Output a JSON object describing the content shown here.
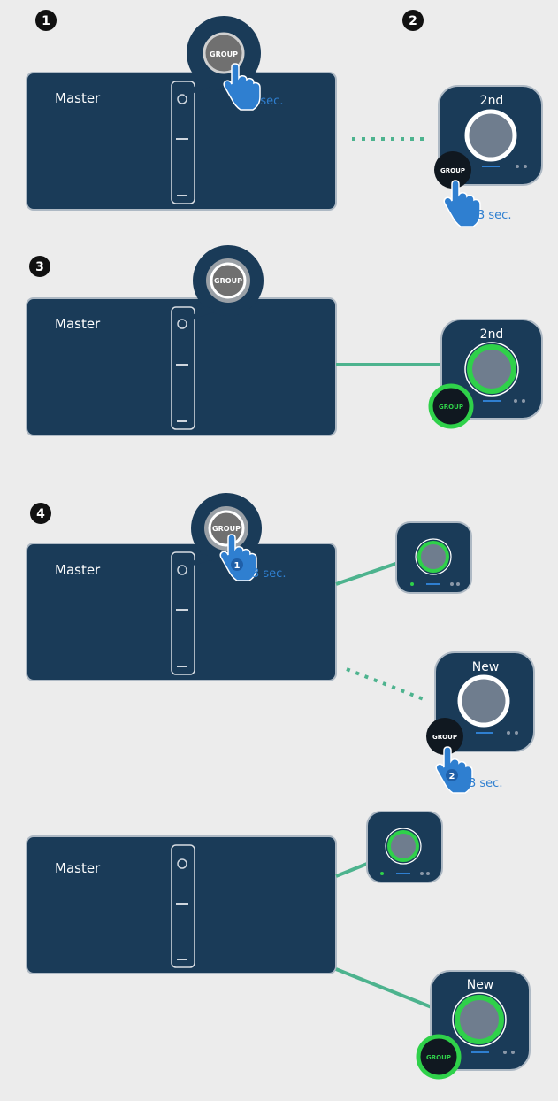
{
  "steps": [
    "1",
    "2",
    "3",
    "4"
  ],
  "labels": {
    "master": "Master",
    "second": "2nd",
    "new": "New",
    "group": "GROUP",
    "press_duration": "3 sec.",
    "order_first": "1",
    "order_second": "2"
  },
  "colors": {
    "background": "#ececec",
    "device": "#1a3b58",
    "device_border": "#aeb9c4",
    "link": "#4db38e",
    "accent_blue": "#2f7fd0",
    "ring_green": "#2fd14a",
    "ring_white": "#ffffff",
    "knob": "#6f7d8e",
    "button_dark": "#101820"
  }
}
